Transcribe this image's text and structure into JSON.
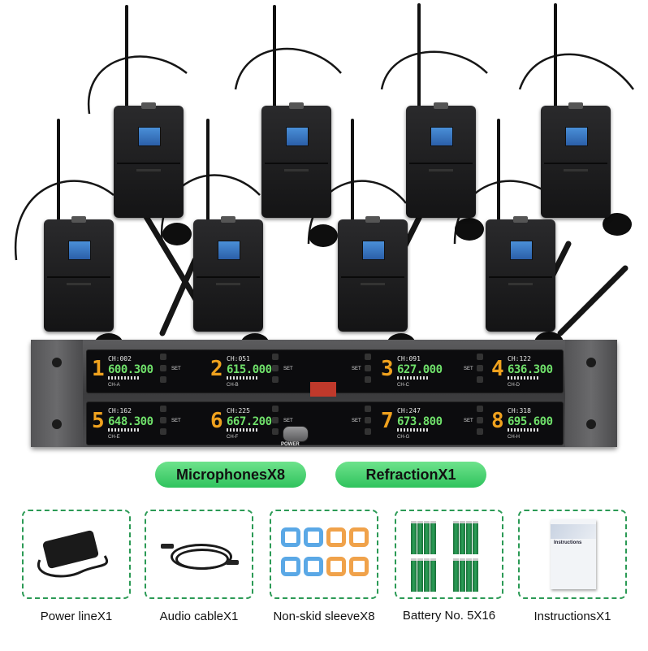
{
  "receiver": {
    "channels": [
      {
        "number": "1",
        "code": "CH:002",
        "freq": "600.300",
        "label": "CH-A"
      },
      {
        "number": "2",
        "code": "CH:051",
        "freq": "615.000",
        "label": "CH-B"
      },
      {
        "number": "3",
        "code": "CH:091",
        "freq": "627.000",
        "label": "CH-C"
      },
      {
        "number": "4",
        "code": "CH:122",
        "freq": "636.300",
        "label": "CH-D"
      },
      {
        "number": "5",
        "code": "CH:162",
        "freq": "648.300",
        "label": "CH-E"
      },
      {
        "number": "6",
        "code": "CH:225",
        "freq": "667.200",
        "label": "CH-F"
      },
      {
        "number": "7",
        "code": "CH:247",
        "freq": "673.800",
        "label": "CH-G"
      },
      {
        "number": "8",
        "code": "CH:318",
        "freq": "695.600",
        "label": "CH-H"
      }
    ],
    "set_label": "SET",
    "power_label": "POWER"
  },
  "pills": {
    "microphones": "MicrophonesX8",
    "receiver": "RefractionX1"
  },
  "accessories": [
    {
      "label": "Power lineX1",
      "icon": "power-adapter-icon"
    },
    {
      "label": "Audio cableX1",
      "icon": "audio-cable-icon"
    },
    {
      "label": "Non-skid sleeveX8",
      "icon": "sleeve-icon"
    },
    {
      "label": "Battery No. 5X16",
      "icon": "battery-icon"
    },
    {
      "label": "InstructionsX1",
      "icon": "manual-icon"
    }
  ],
  "manual_title": "Instructions",
  "colors": {
    "pill": "#3fd06b",
    "dashed_border": "#2b9a55",
    "channel_number": "#f0a21e",
    "frequency": "#6fe06a"
  }
}
